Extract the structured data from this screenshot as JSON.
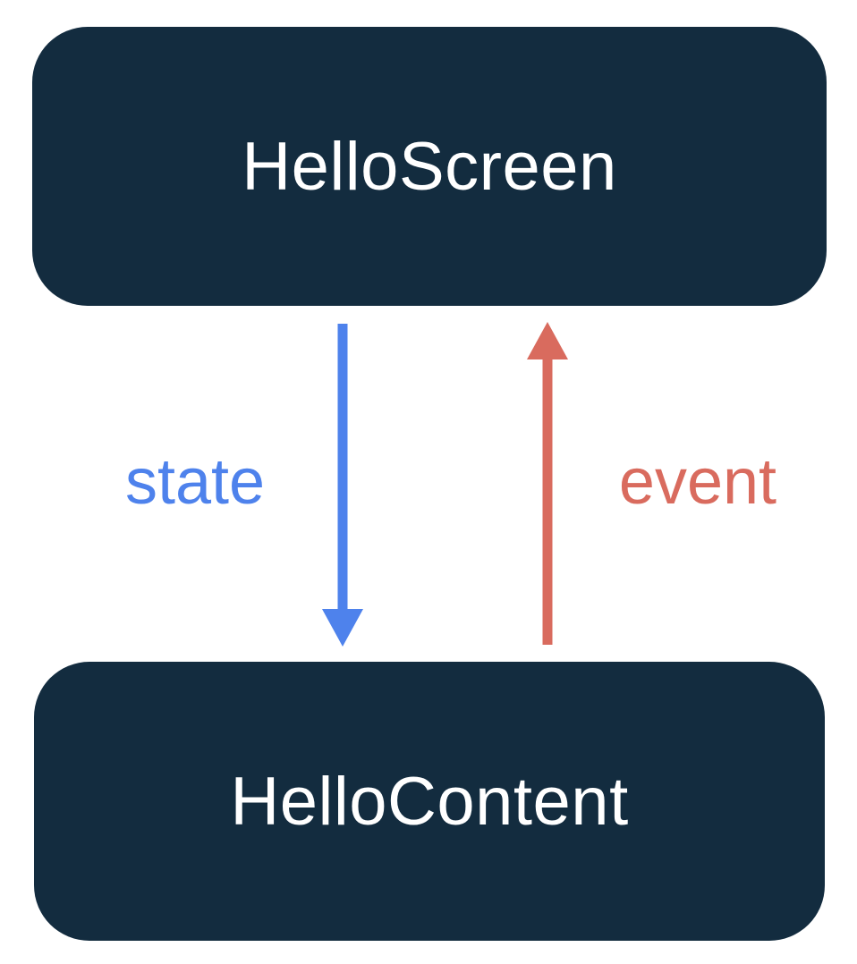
{
  "diagram": {
    "nodes": {
      "screen": {
        "label": "HelloScreen"
      },
      "content": {
        "label": "HelloContent"
      }
    },
    "edges": {
      "state": {
        "label": "state",
        "direction": "down",
        "from": "HelloScreen",
        "to": "HelloContent"
      },
      "event": {
        "label": "event",
        "direction": "up",
        "from": "HelloContent",
        "to": "HelloScreen"
      }
    },
    "colors": {
      "node_bg": "#132c3f",
      "node_text": "#ffffff",
      "state": "#4e82ec",
      "event": "#d96b5e",
      "background": "#ffffff"
    }
  }
}
